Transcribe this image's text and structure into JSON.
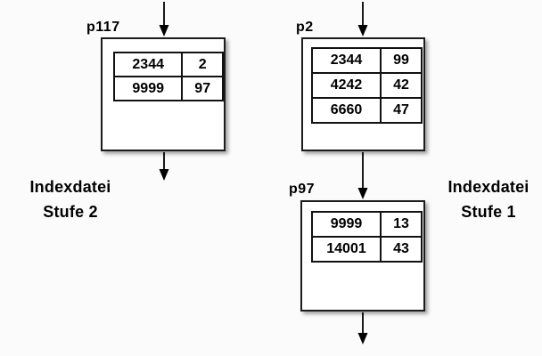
{
  "diagram": {
    "background_color": "#fbfbfb",
    "box_fill": "#ffffff",
    "line_color": "#000000",
    "nodes": [
      {
        "id": "p117",
        "label": "p117",
        "rows": [
          [
            "2344",
            "2"
          ],
          [
            "9999",
            "97"
          ]
        ]
      },
      {
        "id": "p2",
        "label": "p2",
        "rows": [
          [
            "2344",
            "99"
          ],
          [
            "4242",
            "42"
          ],
          [
            "6660",
            "47"
          ]
        ]
      },
      {
        "id": "p97",
        "label": "p97",
        "rows": [
          [
            "9999",
            "13"
          ],
          [
            "14001",
            "43"
          ]
        ]
      }
    ],
    "captions": [
      {
        "lines": [
          "Indexdatei",
          "Stufe 2"
        ]
      },
      {
        "lines": [
          "Indexdatei",
          "Stufe 1"
        ]
      }
    ]
  }
}
